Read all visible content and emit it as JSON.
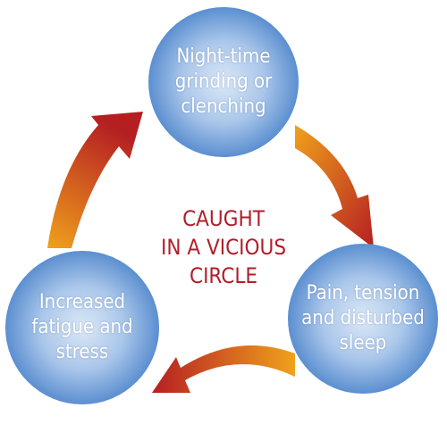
{
  "nodes": [
    {
      "lines": [
        "Night-time",
        "grinding or",
        "clenching"
      ]
    },
    {
      "lines": [
        "Pain, tension",
        "and disturbed",
        "sleep"
      ]
    },
    {
      "lines": [
        "Increased",
        "fatigue and",
        "stress"
      ]
    }
  ],
  "center": {
    "lines": [
      "CAUGHT",
      "IN A VICIOUS",
      "CIRCLE"
    ]
  },
  "colors": {
    "circle_center": "#dbe8f6",
    "circle_edge": "#5b8fd0",
    "arrow_orange": "#f0a11c",
    "arrow_red": "#b51f22",
    "title_text": "#b11e2a",
    "node_text": "#ffffff"
  }
}
